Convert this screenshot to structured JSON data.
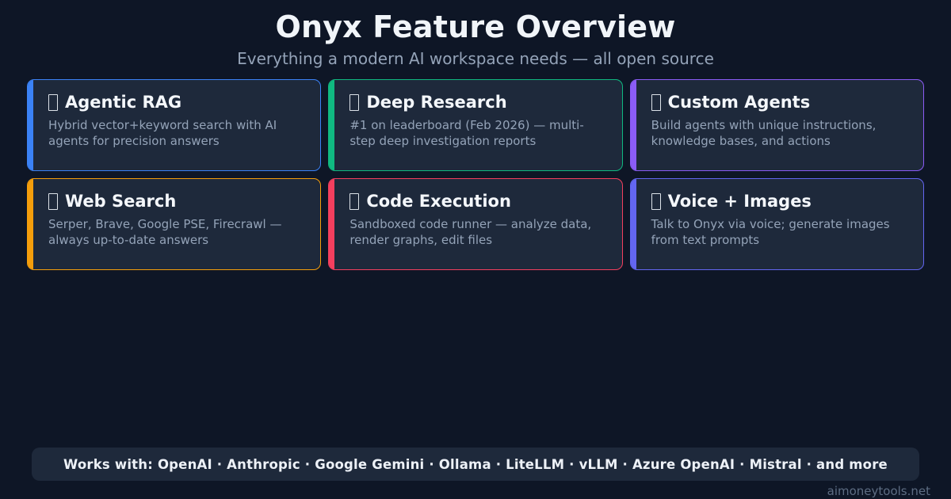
{
  "page": {
    "background_color": "#0e1626",
    "card_background_color": "#1e293b"
  },
  "header": {
    "title": "Onyx Feature Overview",
    "subtitle": "Everything a modern AI workspace needs — all open source"
  },
  "cards": [
    {
      "icon": "missing-emoji-glyph",
      "title": "Agentic RAG",
      "description": "Hybrid vector+keyword search with AI agents for precision answers",
      "accent_color": "#3b82f6"
    },
    {
      "icon": "missing-emoji-glyph",
      "title": "Deep Research",
      "description": "#1 on leaderboard (Feb 2026) — multi-step deep investigation reports",
      "accent_color": "#10b981"
    },
    {
      "icon": "missing-emoji-glyph",
      "title": "Custom Agents",
      "description": "Build agents with unique instructions, knowledge bases, and actions",
      "accent_color": "#8b5cf6"
    },
    {
      "icon": "missing-emoji-glyph",
      "title": "Web Search",
      "description": "Serper, Brave, Google PSE, Firecrawl — always up-to-date answers",
      "accent_color": "#f59e0b"
    },
    {
      "icon": "missing-emoji-glyph",
      "title": "Code Execution",
      "description": "Sandboxed code runner — analyze data, render graphs, edit files",
      "accent_color": "#f43f5e"
    },
    {
      "icon": "missing-emoji-glyph",
      "title": "Voice + Images",
      "description": "Talk to Onyx via voice; generate images from text prompts",
      "accent_color": "#6366f1"
    }
  ],
  "footer": {
    "works_with": "Works with: OpenAI · Anthropic · Google Gemini · Ollama · LiteLLM · vLLM · Azure OpenAI · Mistral · and more"
  },
  "watermark": "aimoneytools.net"
}
